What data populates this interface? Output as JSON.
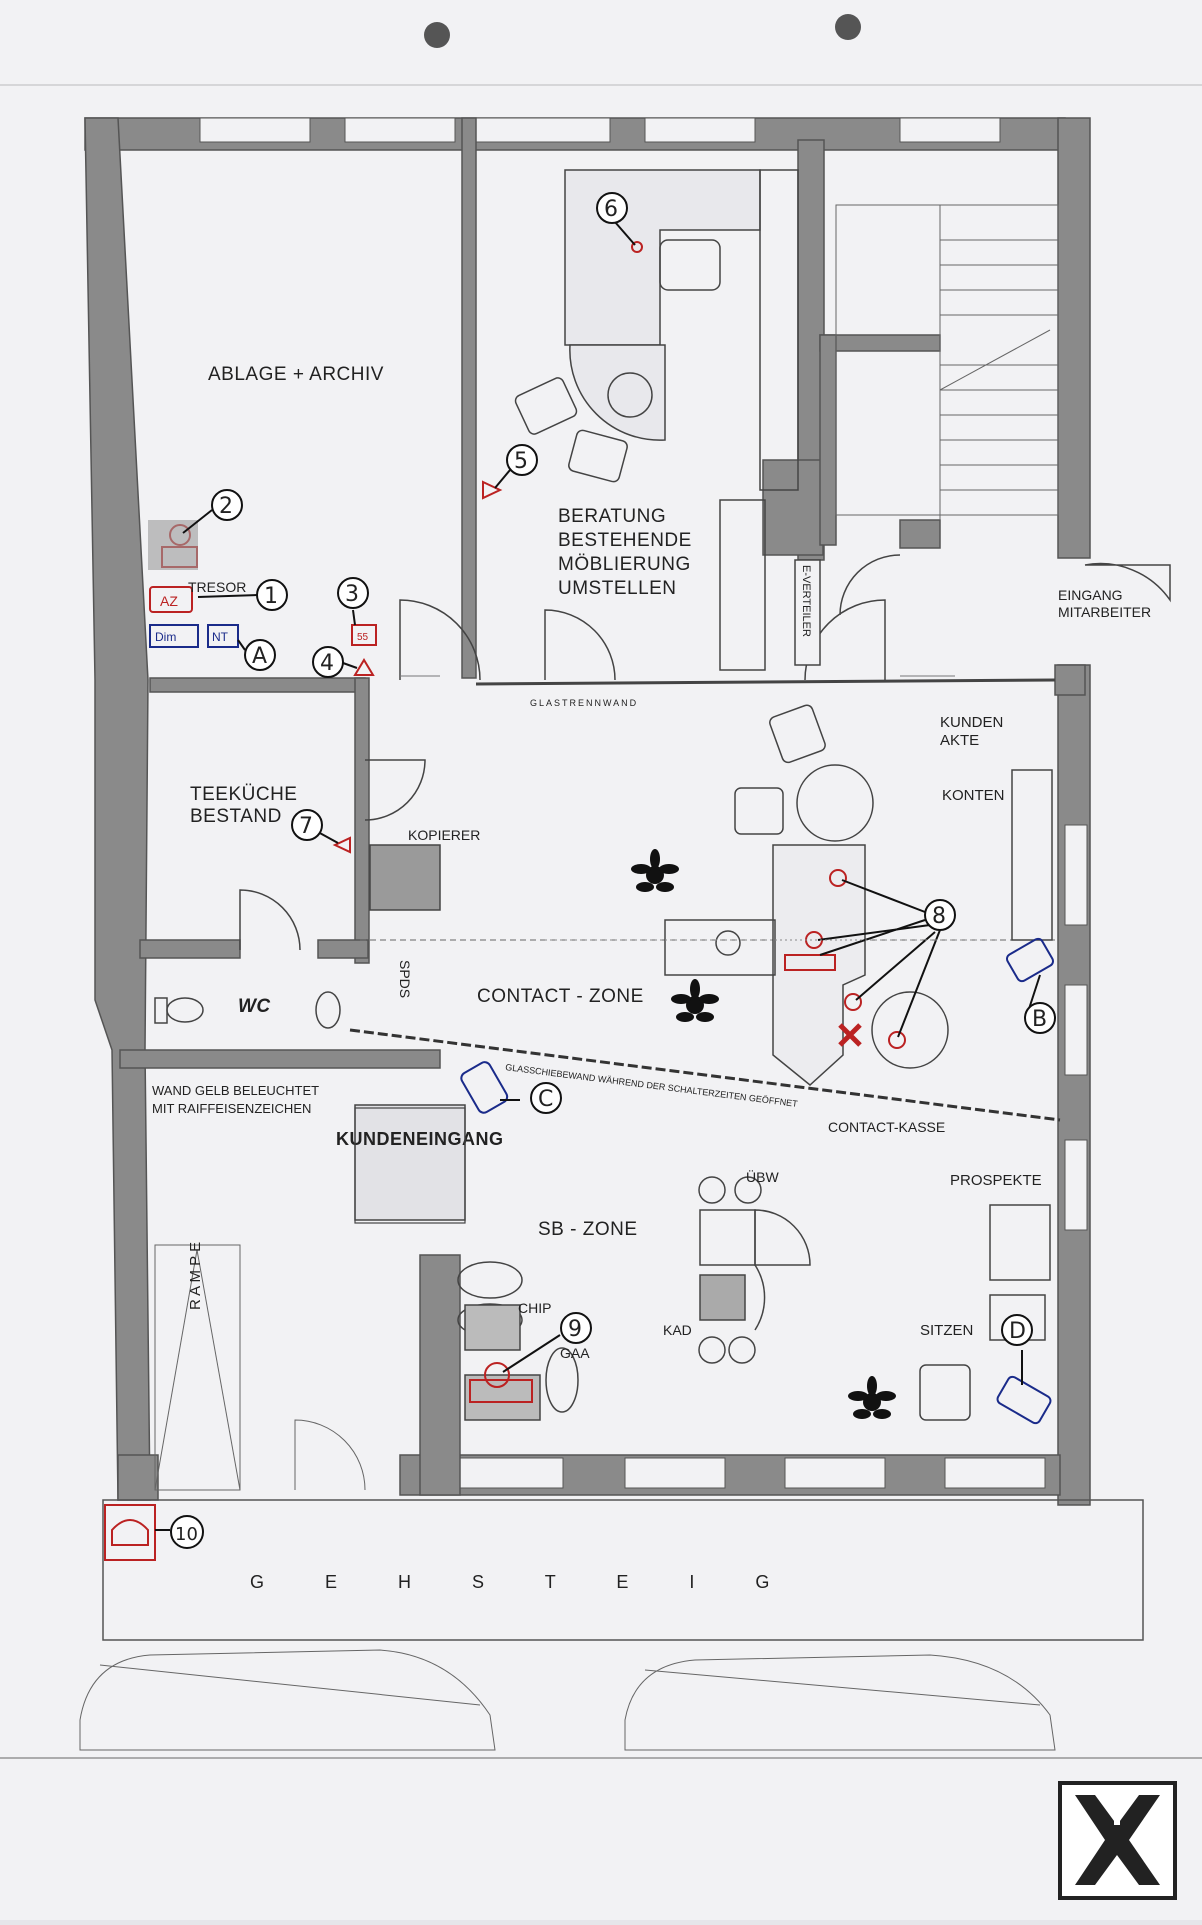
{
  "rooms": {
    "ablage": "ABLAGE + ARCHIV",
    "beratung": [
      "BERATUNG",
      "BESTEHENDE",
      "MÖBLIERUNG",
      "UMSTELLEN"
    ],
    "tresor": "TRESOR",
    "teekueche": [
      "TEEKÜCHE",
      "BESTAND"
    ],
    "wc": "WC",
    "kopierer": "KOPIERER",
    "spds": "SPDS",
    "contact_zone": "CONTACT - ZONE",
    "contact_kasse": "CONTACT-KASSE",
    "kundenakte": [
      "KUNDEN",
      "AKTE"
    ],
    "konten": "KONTEN",
    "eingang_mitarbeiter": [
      "EINGANG",
      "MITARBEITER"
    ],
    "e_verteiler": "E-VERTEILER",
    "glastrennwand": "GLASTRENNWAND",
    "wand_gelb": [
      "WAND GELB BELEUCHTET",
      "MIT RAIFFEISENZEICHEN"
    ],
    "glasschiebewand": "GLASSCHIEBEWAND WÄHREND DER SCHALTERZEITEN GEÖFFNET",
    "kundeneingang": "KUNDENEINGANG",
    "sb_zone": "SB - ZONE",
    "uebw": "ÜBW",
    "prospekte": "PROSPEKTE",
    "chip": "CHIP",
    "gaa": "GAA",
    "kad": "KAD",
    "sitzen": "SITZEN",
    "rampe": "R A M P E",
    "gehsteig": "G E H S T E I G"
  },
  "annotations": {
    "a_z": "AZ",
    "dim": "Dim",
    "nt": "NT",
    "box_55": "55"
  },
  "markers": {
    "m1": "1",
    "m2": "2",
    "m3": "3",
    "m4": "4",
    "m5": "5",
    "m6": "6",
    "m7": "7",
    "m8": "8",
    "m9": "9",
    "m10": "10",
    "mA": "A",
    "mB": "B",
    "mC": "C",
    "mD": "D"
  },
  "colors": {
    "marker_red": "#b22222",
    "marker_blue": "#1a2b8a",
    "wall_gray": "#8a8a8a",
    "paper": "#f2f2f4"
  },
  "logo": {
    "name": "raiffeisen-gable-cross-logo"
  }
}
